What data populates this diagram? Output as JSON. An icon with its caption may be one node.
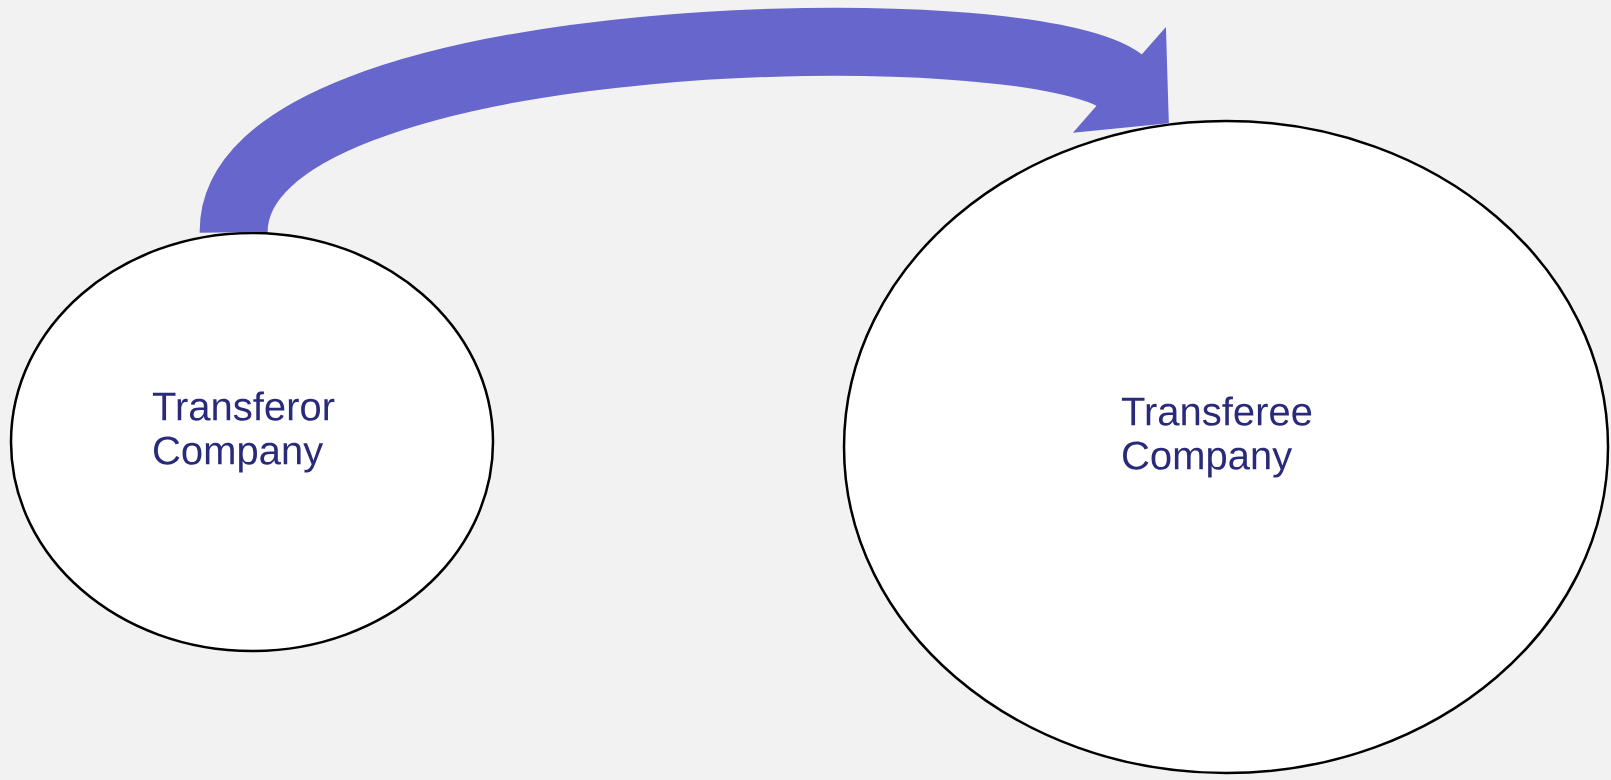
{
  "diagram": {
    "nodes": [
      {
        "text": [
          "Transferor Company"
        ]
      },
      {
        "text": [
          "Transferee Company"
        ]
      }
    ],
    "edges": [
      {
        "from": 0,
        "to": 1,
        "arrow": "to"
      }
    ]
  }
}
